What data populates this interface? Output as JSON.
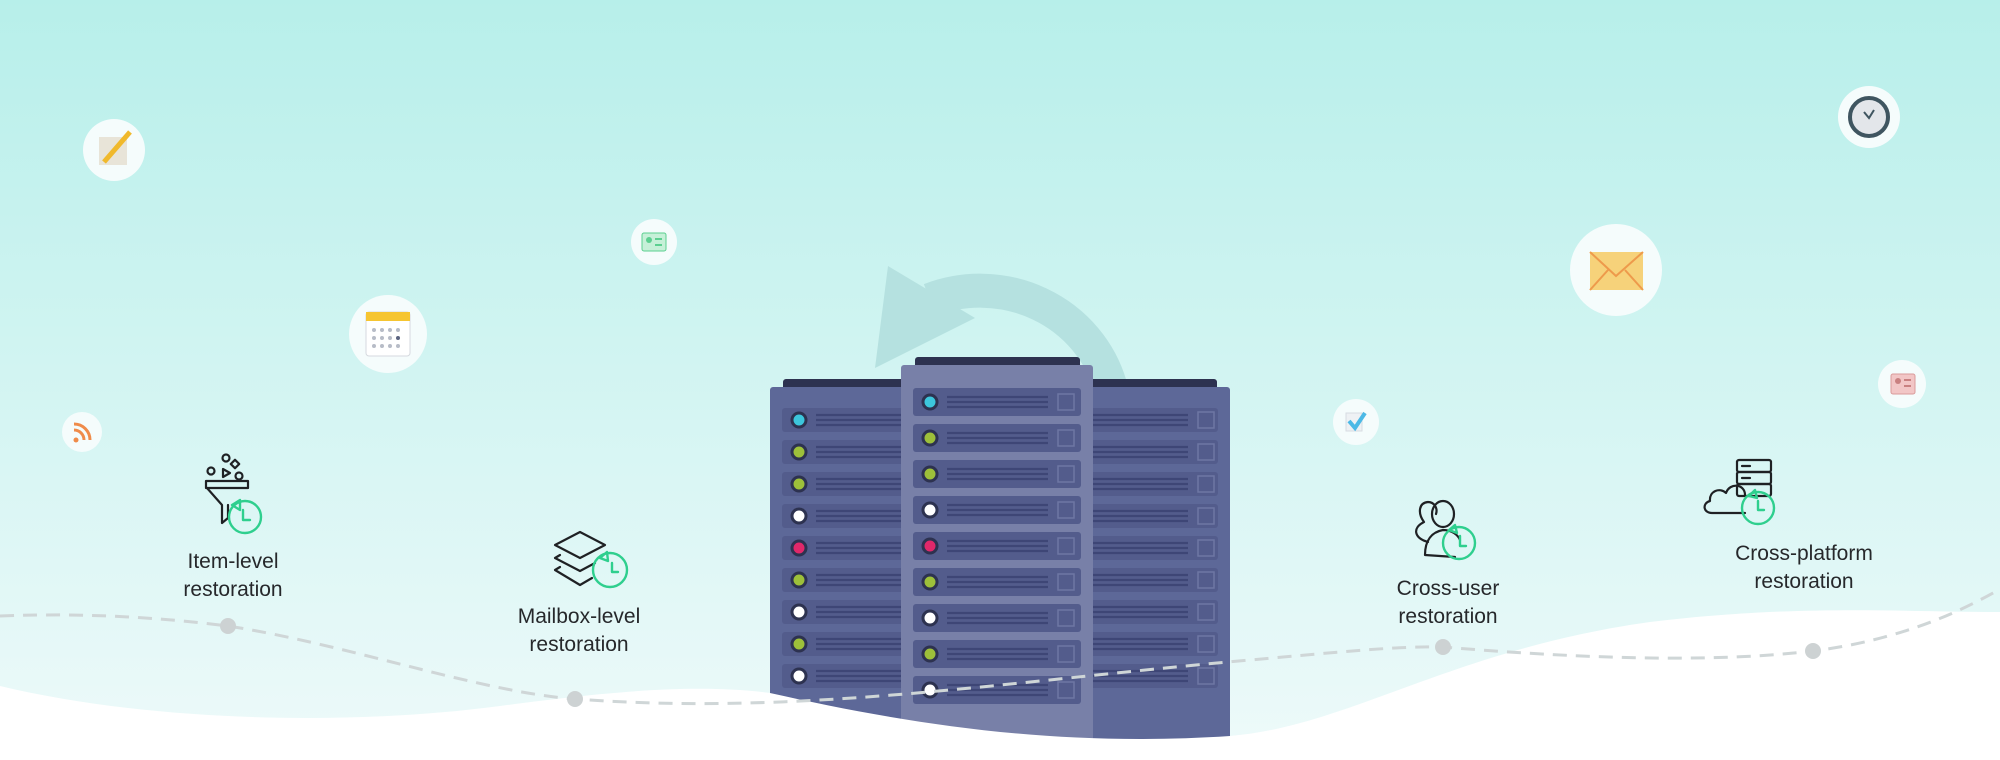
{
  "features": [
    {
      "line1": "Item-level",
      "line2": "restoration",
      "icon": "funnel-restore-icon"
    },
    {
      "line1": "Mailbox-level",
      "line2": "restoration",
      "icon": "layers-restore-icon"
    },
    {
      "line1": "Cross-user",
      "line2": "restoration",
      "icon": "users-restore-icon"
    },
    {
      "line1": "Cross-platform",
      "line2": "restoration",
      "icon": "cloud-server-restore-icon"
    }
  ],
  "floating_icons": [
    "pencil-icon",
    "rss-icon",
    "calendar-icon",
    "contact-card-icon",
    "envelope-icon",
    "checkbox-icon",
    "clock-icon",
    "address-card-icon"
  ],
  "server": {
    "left_leds": [
      "#3cc6dc",
      "#9dc03a",
      "#9dc03a",
      "#ffffff",
      "#e0286a",
      "#9dc03a",
      "#ffffff",
      "#9dc03a",
      "#ffffff"
    ],
    "center_leds": [
      "#3cc6dc",
      "#9dc03a",
      "#9dc03a",
      "#ffffff",
      "#e0286a",
      "#9dc03a",
      "#ffffff",
      "#9dc03a",
      "#ffffff"
    ]
  },
  "colors": {
    "accent": "#2fcf8e",
    "rack": "#5d6898",
    "rack_center": "#7880a8"
  }
}
